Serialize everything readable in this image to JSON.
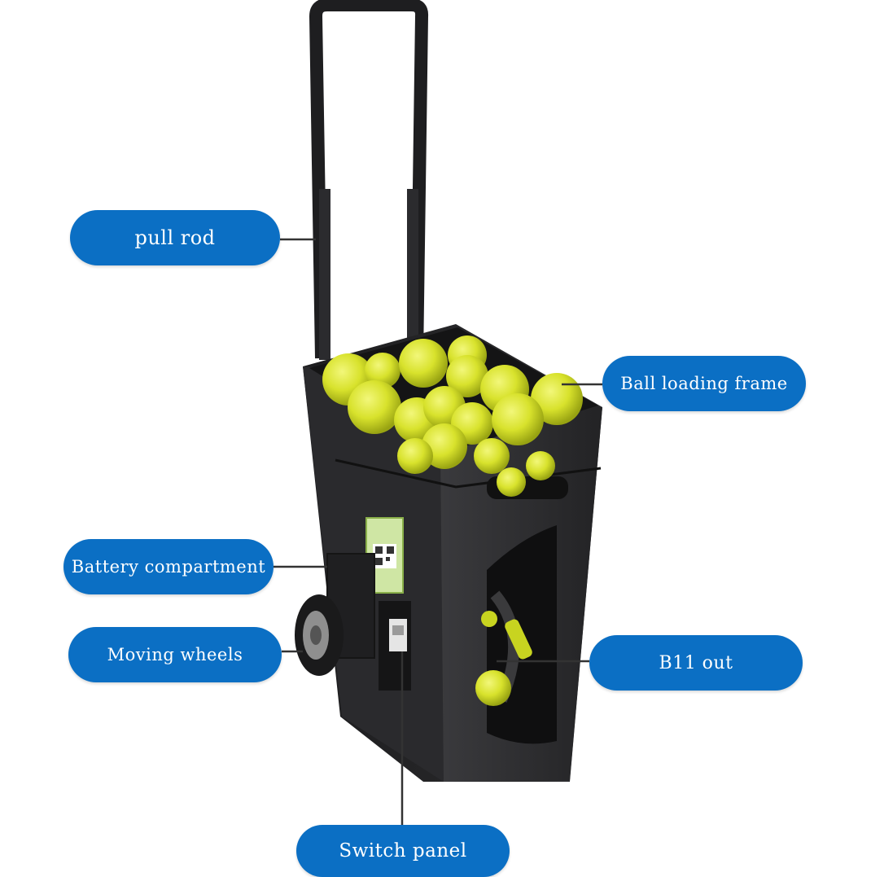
{
  "labels": {
    "pull_rod": "pull rod",
    "ball_loading_frame": "Ball loading frame",
    "battery_compartment": "Battery compartment",
    "moving_wheels": "Moving wheels",
    "ball_out": "B11 out",
    "switch_panel": "Switch panel"
  },
  "colors": {
    "label_fill": "#0b6fc4",
    "machine_body": "#2a2a2c",
    "ball": "#d4e02a",
    "leader_line": "#333333"
  }
}
